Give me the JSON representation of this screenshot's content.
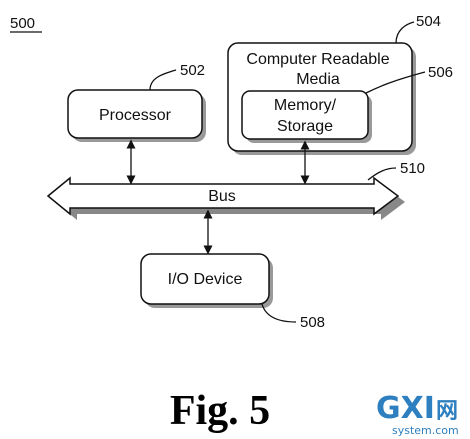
{
  "figure_number": "500",
  "caption": "Fig. 5",
  "components": {
    "processor": {
      "label": "Processor",
      "ref": "502"
    },
    "crm": {
      "label_line1": "Computer Readable",
      "label_line2": "Media",
      "ref": "504"
    },
    "memory": {
      "label_line1": "Memory/",
      "label_line2": "Storage",
      "ref": "506"
    },
    "io": {
      "label": "I/O Device",
      "ref": "508"
    },
    "bus": {
      "label": "Bus",
      "ref": "510"
    }
  },
  "watermark": {
    "mark": "GXI",
    "cn": "网",
    "site": "system.com"
  }
}
